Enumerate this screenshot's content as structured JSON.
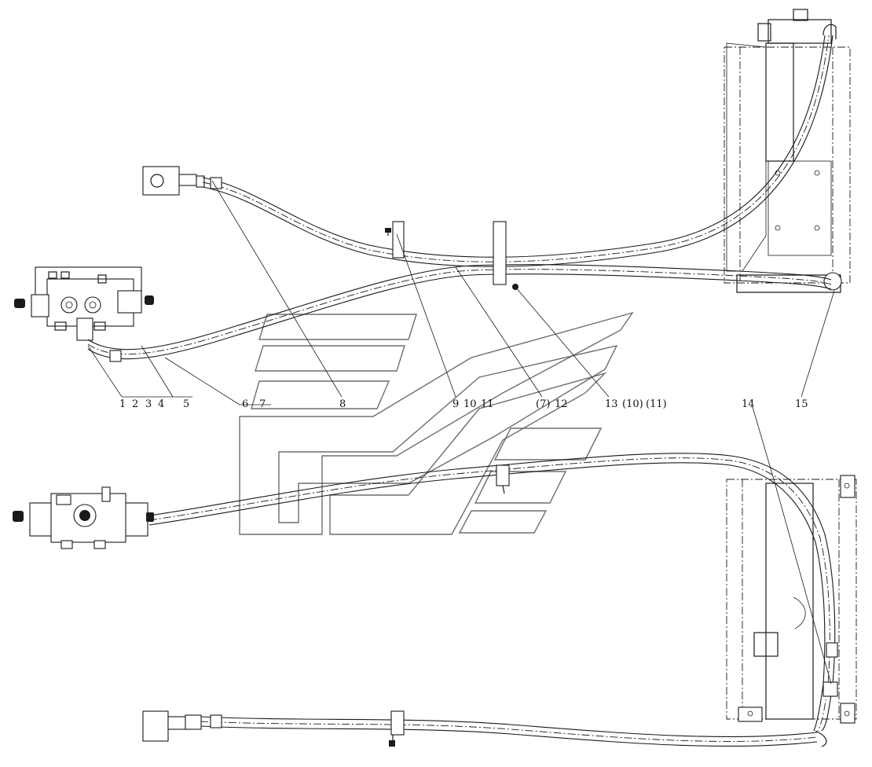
{
  "callouts": {
    "c1": "1",
    "c2": "2",
    "c3": "3",
    "c4": "4",
    "c5": "5",
    "c6": "6",
    "c7": "7",
    "c8": "8",
    "c9": "9",
    "c10": "10",
    "c11": "11",
    "c7b": "(7)",
    "c12": "12",
    "c13": "13",
    "c10b": "(10)",
    "c11b": "(11)",
    "c14": "14",
    "c15": "15"
  }
}
